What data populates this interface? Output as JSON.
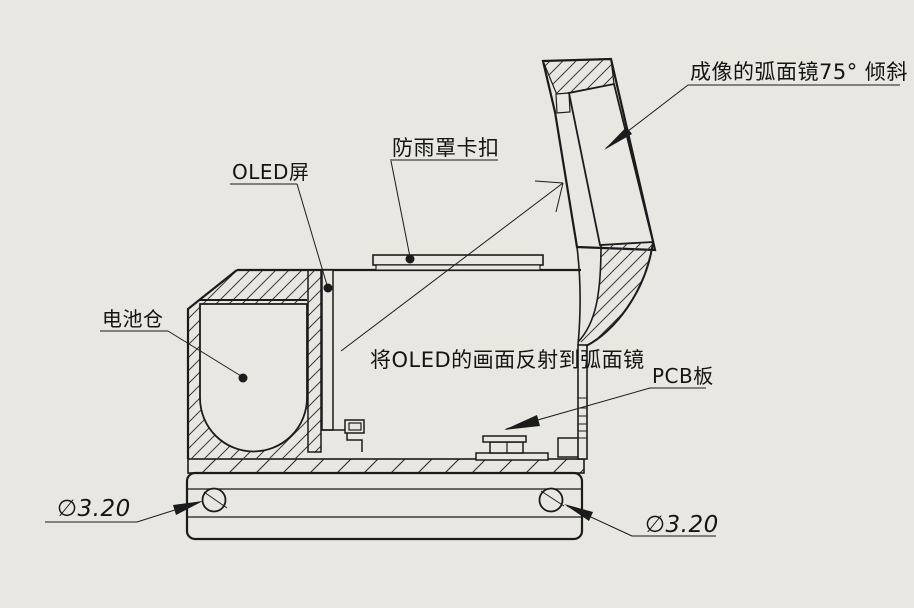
{
  "drawing": {
    "annotations": {
      "mirror_tilt": "成像的弧面镜75° 倾斜",
      "rain_cover_clip": "防雨罩卡扣",
      "oled_screen": "OLED屏",
      "battery_compartment": "电池仓",
      "reflection_note": "将OLED的画面反射到弧面镜",
      "pcb_board": "PCB板",
      "left_hole_diameter": "∅3.20",
      "right_hole_diameter": "∅3.20"
    },
    "colors": {
      "background": "#e8e7e1",
      "line": "#1b1b1b",
      "text": "#141414"
    }
  }
}
